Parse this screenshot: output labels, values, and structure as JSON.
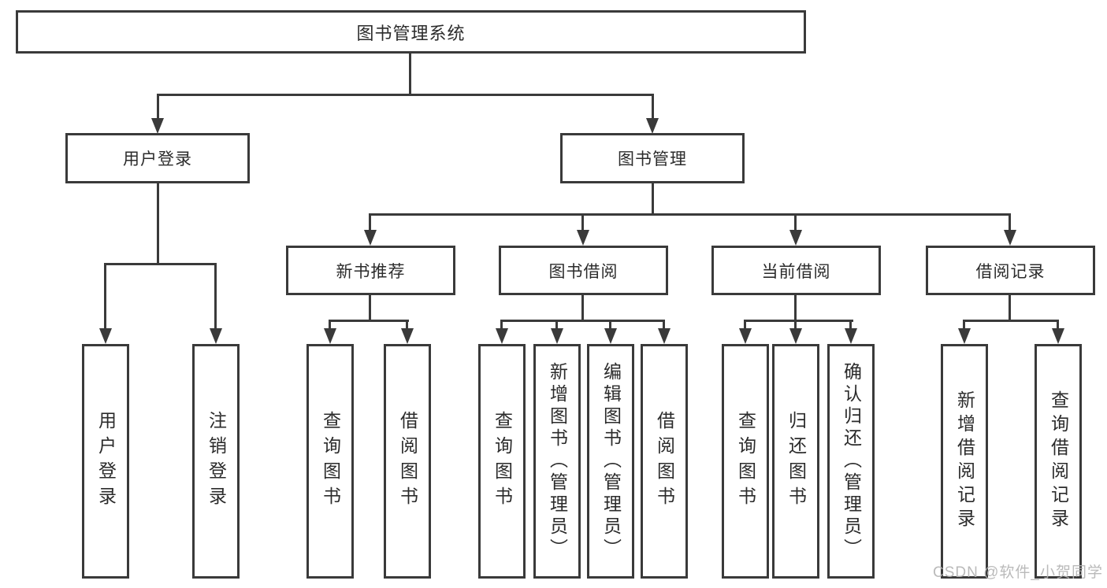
{
  "chart": {
    "root": "图书管理系统",
    "level2": [
      "用户登录",
      "图书管理"
    ],
    "level3": [
      "新书推荐",
      "图书借阅",
      "当前借阅",
      "借阅记录"
    ],
    "leaves": {
      "login": [
        "用户登录",
        "注销登录"
      ],
      "newbook": [
        "查询图书",
        "借阅图书"
      ],
      "borrow": [
        "查询图书",
        "新增图书（管理员）",
        "编辑图书（管理员）",
        "借阅图书"
      ],
      "current": [
        "查询图书",
        "归还图书",
        "确认归还（管理员）"
      ],
      "records": [
        "新增借阅记录",
        "查询借阅记录"
      ]
    },
    "colors": {
      "line": "#3a3a3a",
      "text": "#2b2b2b",
      "watermark": "#b3b3b3",
      "background": "#ffffff"
    }
  },
  "watermark": "CSDN @软件_小贺同学"
}
